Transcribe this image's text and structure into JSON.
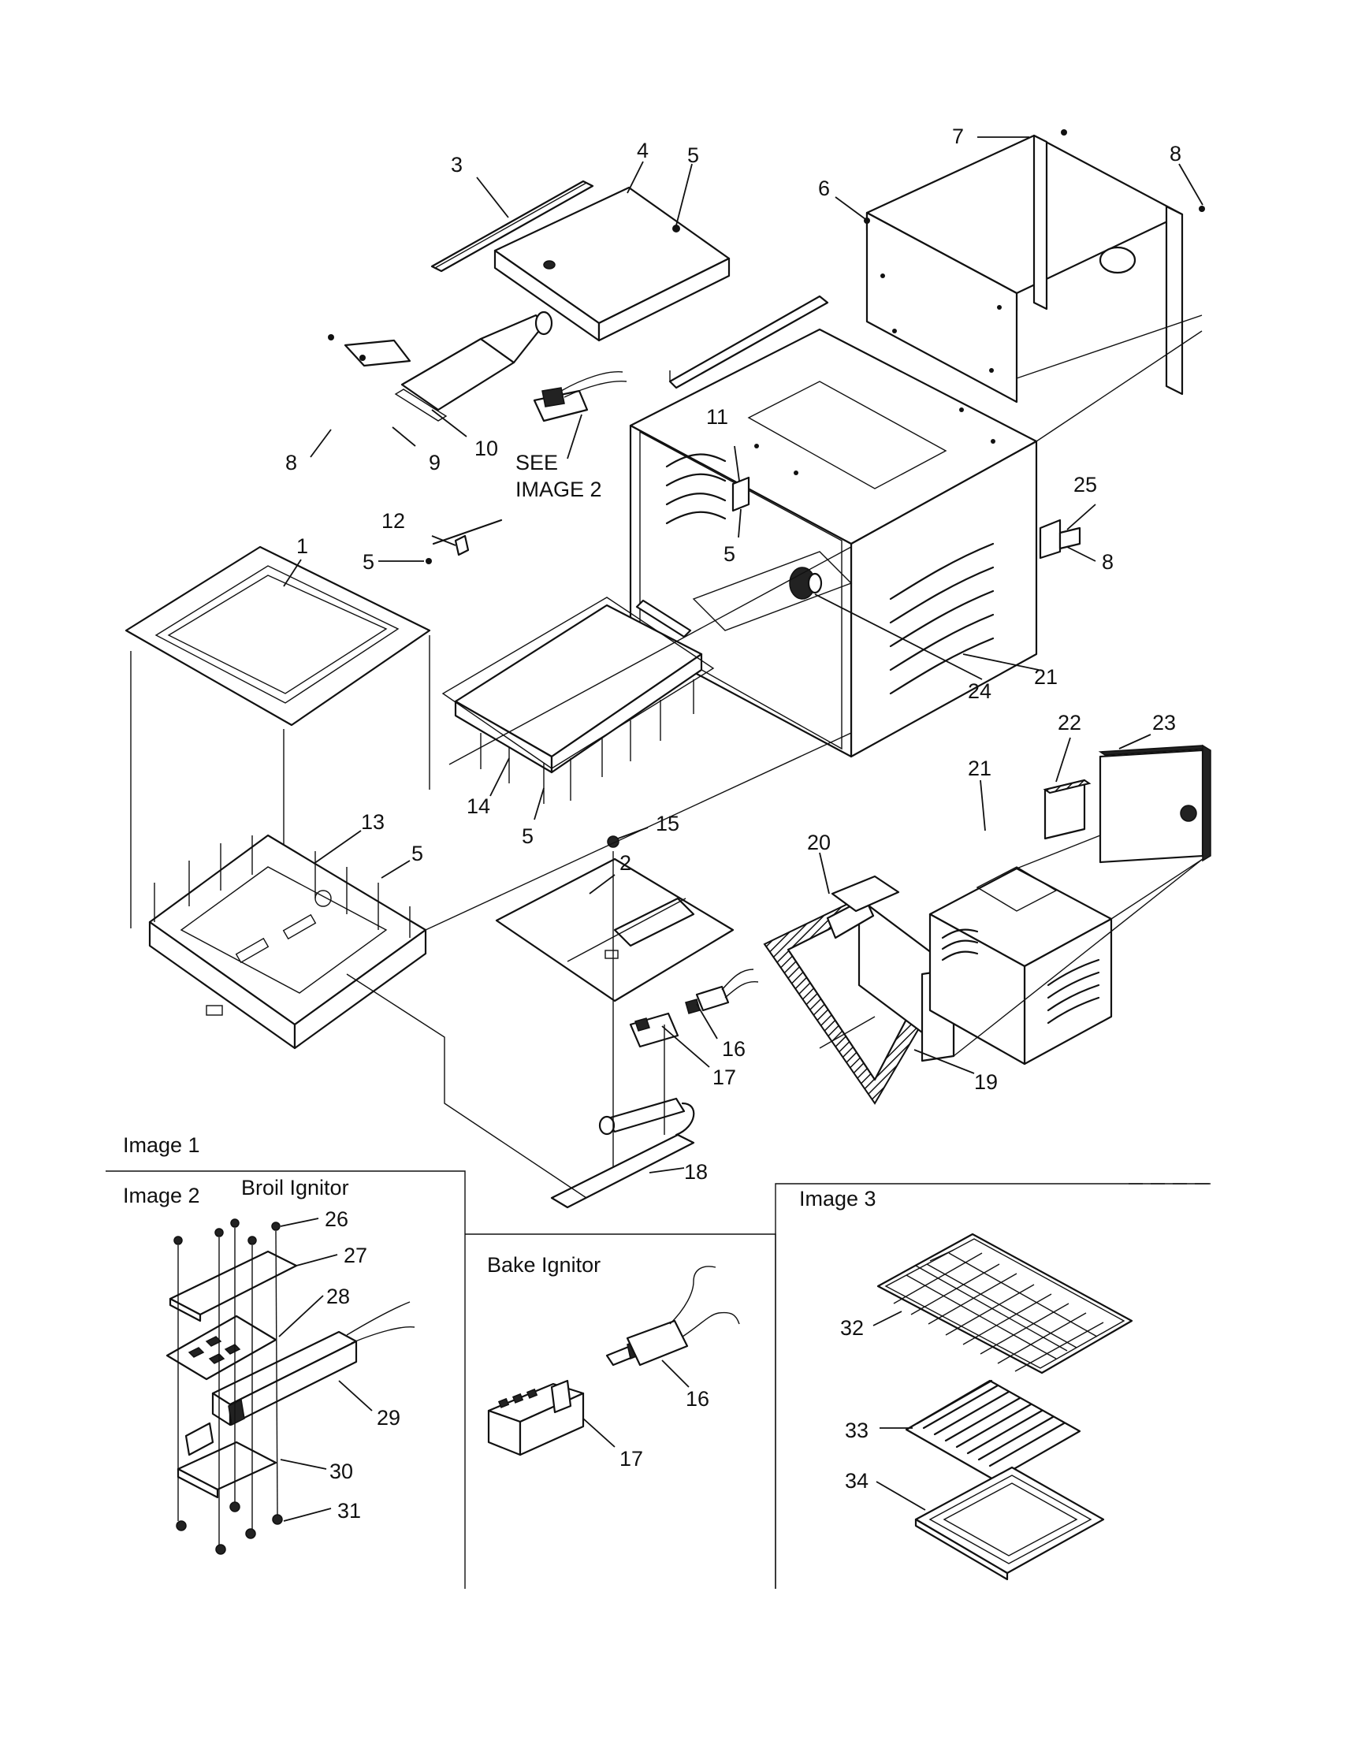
{
  "callouts": [
    "1",
    "2",
    "3",
    "4",
    "5",
    "6",
    "7",
    "8",
    "9",
    "10",
    "11",
    "12",
    "13",
    "14",
    "15",
    "16",
    "17",
    "18",
    "19",
    "20",
    "21",
    "22",
    "23",
    "24",
    "25",
    "26",
    "27",
    "28",
    "29",
    "30",
    "31",
    "32",
    "33",
    "34"
  ],
  "see_note": {
    "line1": "SEE",
    "line2": "IMAGE 2"
  },
  "sections": {
    "image1": {
      "title": "Image 1"
    },
    "image2": {
      "title": "Image 2",
      "subtitle": "Broil Ignitor"
    },
    "bake": {
      "subtitle": "Bake Ignitor"
    },
    "image3": {
      "title": "Image 3"
    }
  }
}
